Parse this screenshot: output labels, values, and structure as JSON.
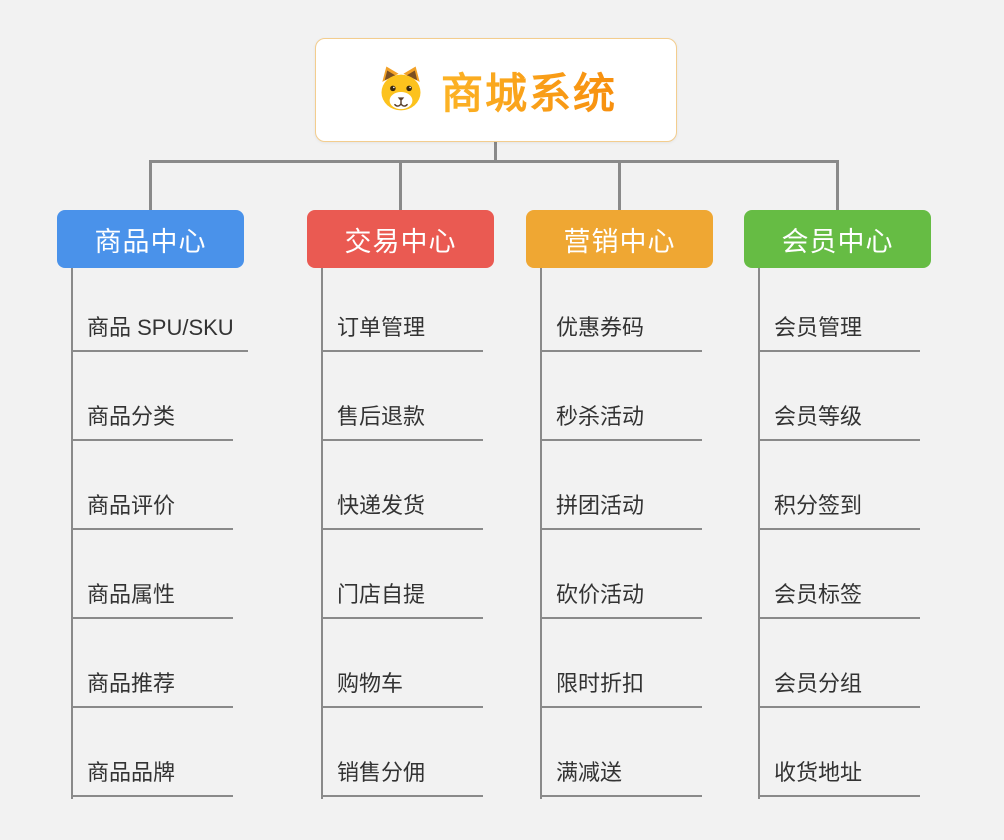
{
  "root": {
    "title": "商城系统",
    "icon": "dog-icon",
    "accent_color": "#f9a212",
    "border_color": "#f3cd8e"
  },
  "connector_color": "#8a8a8a",
  "branches": [
    {
      "label": "商品中心",
      "color": "#4a92ea",
      "children": [
        "商品 SPU/SKU",
        "商品分类",
        "商品评价",
        "商品属性",
        "商品推荐",
        "商品品牌"
      ]
    },
    {
      "label": "交易中心",
      "color": "#ea5a52",
      "children": [
        "订单管理",
        "售后退款",
        "快递发货",
        "门店自提",
        "购物车",
        "销售分佣"
      ]
    },
    {
      "label": "营销中心",
      "color": "#efa733",
      "children": [
        "优惠券码",
        "秒杀活动",
        "拼团活动",
        "砍价活动",
        "限时折扣",
        "满减送"
      ]
    },
    {
      "label": "会员中心",
      "color": "#66bc44",
      "children": [
        "会员管理",
        "会员等级",
        "积分签到",
        "会员标签",
        "会员分组",
        "收货地址"
      ]
    }
  ]
}
